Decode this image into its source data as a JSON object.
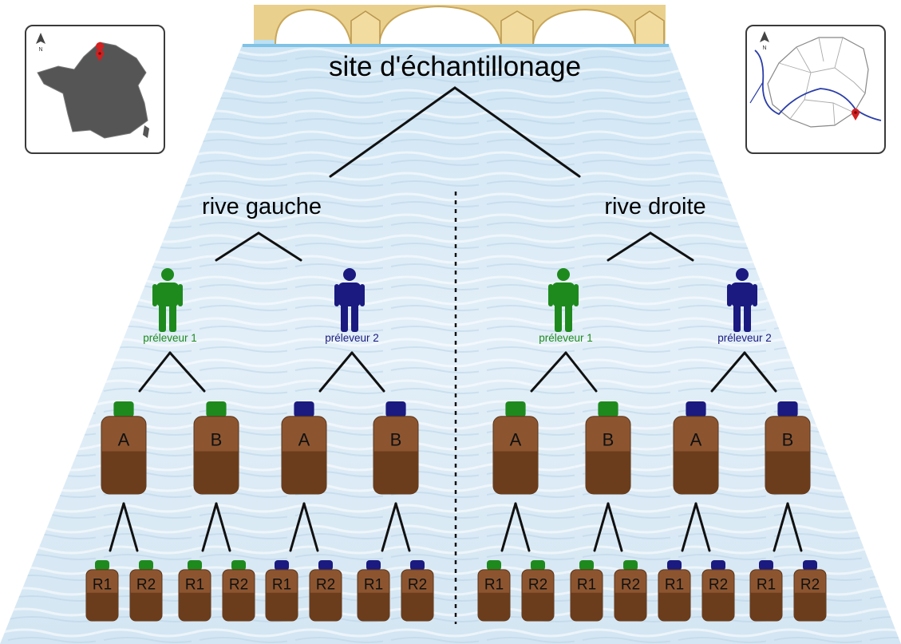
{
  "title": "site d'échantillonage",
  "banks": [
    {
      "label": "rive gauche",
      "collectors": [
        {
          "label": "préleveur 1",
          "color": "#1e8a1e",
          "bottles": [
            "A",
            "B"
          ]
        },
        {
          "label": "préleveur 2",
          "color": "#1a1a80",
          "bottles": [
            "A",
            "B"
          ]
        }
      ]
    },
    {
      "label": "rive droite",
      "collectors": [
        {
          "label": "préleveur 1",
          "color": "#1e8a1e",
          "bottles": [
            "A",
            "B"
          ]
        },
        {
          "label": "préleveur 2",
          "color": "#1a1a80",
          "bottles": [
            "A",
            "B"
          ]
        }
      ]
    }
  ],
  "replicates": [
    "R1",
    "R2"
  ],
  "colors": {
    "bottle_top": "#8c5530",
    "bottle_bottom": "#6b3d1c",
    "water": "#d6e9f6",
    "bridge": "#e7cf8a"
  },
  "insets": {
    "left": {
      "compass": "N",
      "description_icon": "france-map-with-location-pin"
    },
    "right": {
      "compass": "N",
      "description_icon": "paris-districts-map-with-location-pin"
    }
  }
}
